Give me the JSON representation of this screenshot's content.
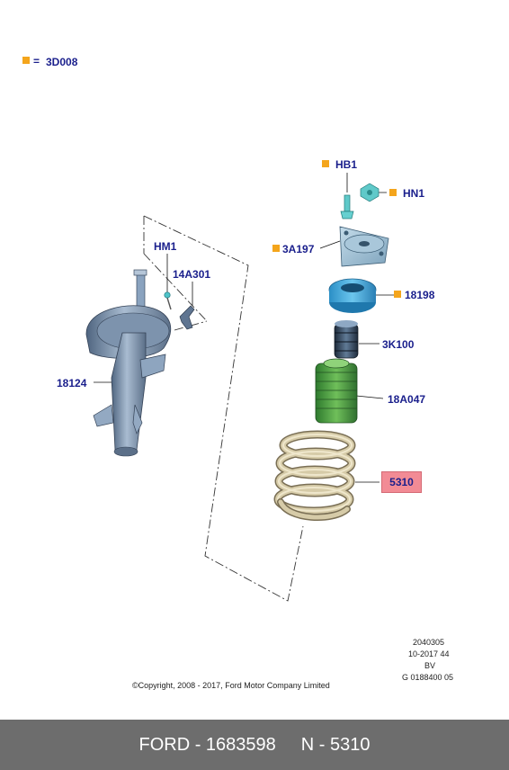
{
  "legend": {
    "marker_color": "#f4a51c",
    "equals": "=",
    "code": "3D008"
  },
  "labels": {
    "hb1": "HB1",
    "hn1": "HN1",
    "a3a197": "3A197",
    "p18198": "18198",
    "p3k100": "3K100",
    "p18a047": "18A047",
    "p5310": "5310",
    "hm1": "HM1",
    "p14a301": "14A301",
    "p18124": "18124"
  },
  "highlight_color": "#f28b95",
  "doc_info": {
    "line1": "2040305",
    "line2": "10-2017 44",
    "line3": "BV",
    "line4": "G 0188400 05"
  },
  "copyright": "©Copyright, 2008 - 2017, Ford Motor Company Limited",
  "footer": {
    "brand_part": "FORD - 1683598",
    "item": "N - 5310",
    "background": "#6d6d6d"
  }
}
